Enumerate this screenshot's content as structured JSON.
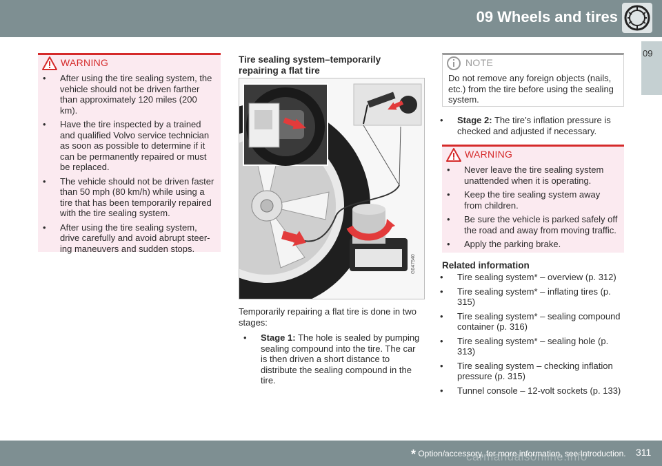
{
  "header": {
    "title": "09 Wheels and tires",
    "chapter_tab": "09"
  },
  "left_warning": {
    "label": "WARNING",
    "items": [
      "After using the tire sealing system, the vehicle should not be driven farther than approximately 120 miles (200 km).",
      "Have the tire inspected by a trained and qualified Volvo service technician as soon as possible to determine if it can be permanently repaired or must be replaced.",
      "The vehicle should not be driven faster than 50 mph (80 km/h) while using a tire that has been temporarily repaired with the tire sealing system.",
      "After using the tire sealing system, drive carefully and avoid abrupt steer-ing maneuvers and sudden stops."
    ]
  },
  "middle": {
    "heading": "Tire sealing system–temporarily repairing a flat tire",
    "figure_id": "G047540",
    "intro": "Temporarily repairing a flat tire is done in two stages:",
    "stage1_label": "Stage 1:",
    "stage1_text": " The hole is sealed by pumping sealing compound into the tire. The car is then driven a short distance to distribute the sealing compound in the tire."
  },
  "right": {
    "note_label": "NOTE",
    "note_text": "Do not remove any foreign objects (nails, etc.) from the tire before using the sealing system.",
    "stage2_label": "Stage 2:",
    "stage2_text": " The tire’s inflation pressure is checked and adjusted if necessary.",
    "warning_label": "WARNING",
    "warning_items": [
      "Never leave the tire sealing system unattended when it is operating.",
      "Keep the tire sealing system away from children.",
      "Be sure the vehicle is parked safely off the road and away from moving traffic.",
      "Apply the parking brake."
    ],
    "related_heading": "Related information",
    "related_items": [
      "Tire sealing system* – overview (p. 312)",
      "Tire sealing system* – inflating tires (p. 315)",
      "Tire sealing system* – sealing compound container (p. 316)",
      "Tire sealing system* – sealing hole (p. 313)",
      "Tire sealing system – checking inflation pressure (p. 315)",
      "Tunnel console – 12-volt sockets (p. 133)"
    ]
  },
  "footer": {
    "star": "*",
    "note": " Option/accessory, for more information, see Introduction.",
    "page": "311",
    "watermark": "carmanualsonline.info"
  },
  "colors": {
    "header_bg": "#7e8f92",
    "warning_red": "#d52a2a",
    "warning_bg": "#fbeaf0",
    "arrow_red": "#e23b3b"
  }
}
